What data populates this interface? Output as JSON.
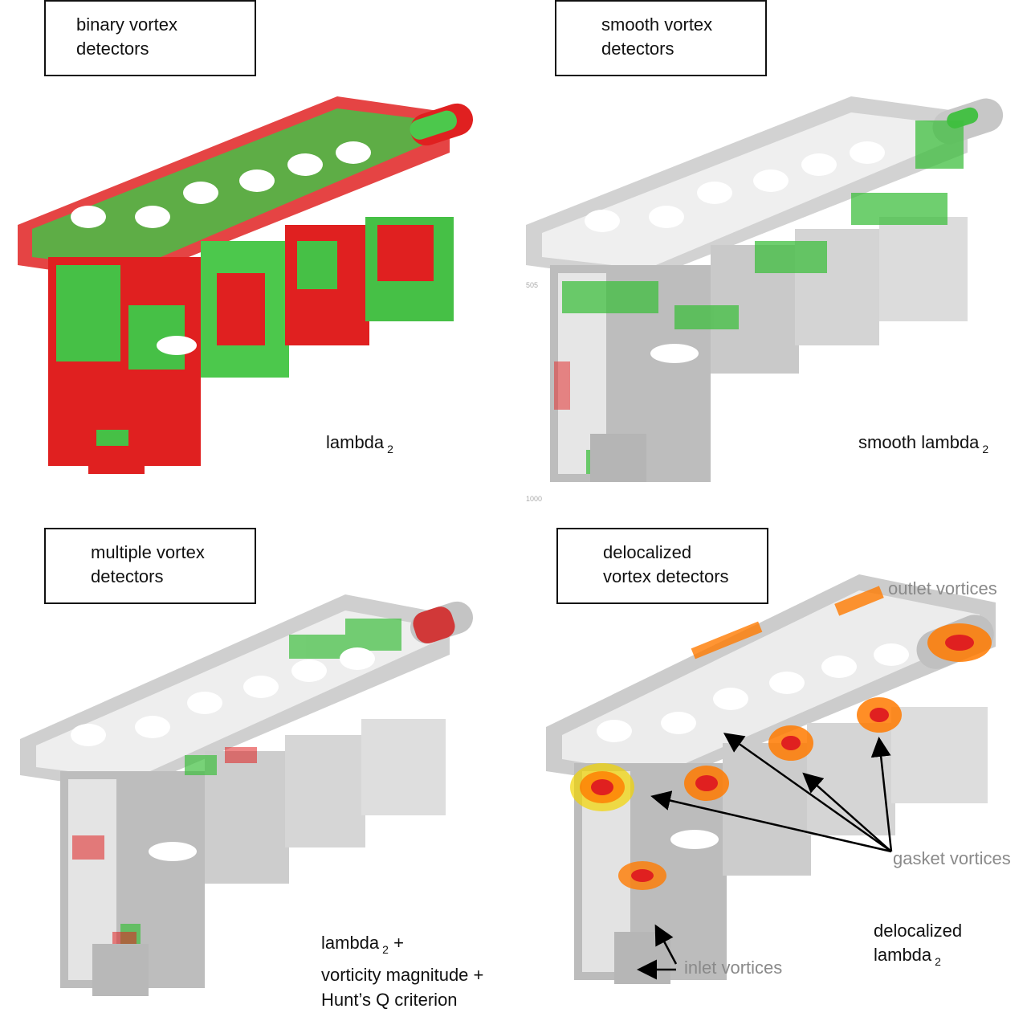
{
  "panels": [
    {
      "title_line1": "binary vortex",
      "title_line2": "detectors",
      "label_line1": "lambda",
      "label_sub1": "2"
    },
    {
      "title_line1": "smooth vortex",
      "title_line2": "detectors",
      "label_line1": "smooth lambda",
      "label_sub1": "2"
    },
    {
      "title_line1": "multiple vortex",
      "title_line2": "detectors",
      "label_line1": "lambda",
      "label_sub1": "2",
      "label_line1_suffix": "+",
      "label_line2": "vorticity magnitude  +",
      "label_line3": "Hunt’s Q criterion"
    },
    {
      "title_line1": "delocalized",
      "title_line2": "vortex detectors",
      "label_line1": "delocalized",
      "label_line2": "lambda",
      "label_sub2": "2"
    }
  ],
  "annotations": {
    "outlet": "outlet vortices",
    "gasket": "gasket vortices",
    "inlet": "inlet vortices"
  },
  "tiny_marks": {
    "a": "505",
    "b": "1000"
  },
  "colors": {
    "green": "#3fbf3f",
    "red": "#e02020",
    "metal": "#c9c9c9",
    "metal_dark": "#8d8d8d",
    "orange": "#ff7a00",
    "yellow": "#f2d400"
  }
}
